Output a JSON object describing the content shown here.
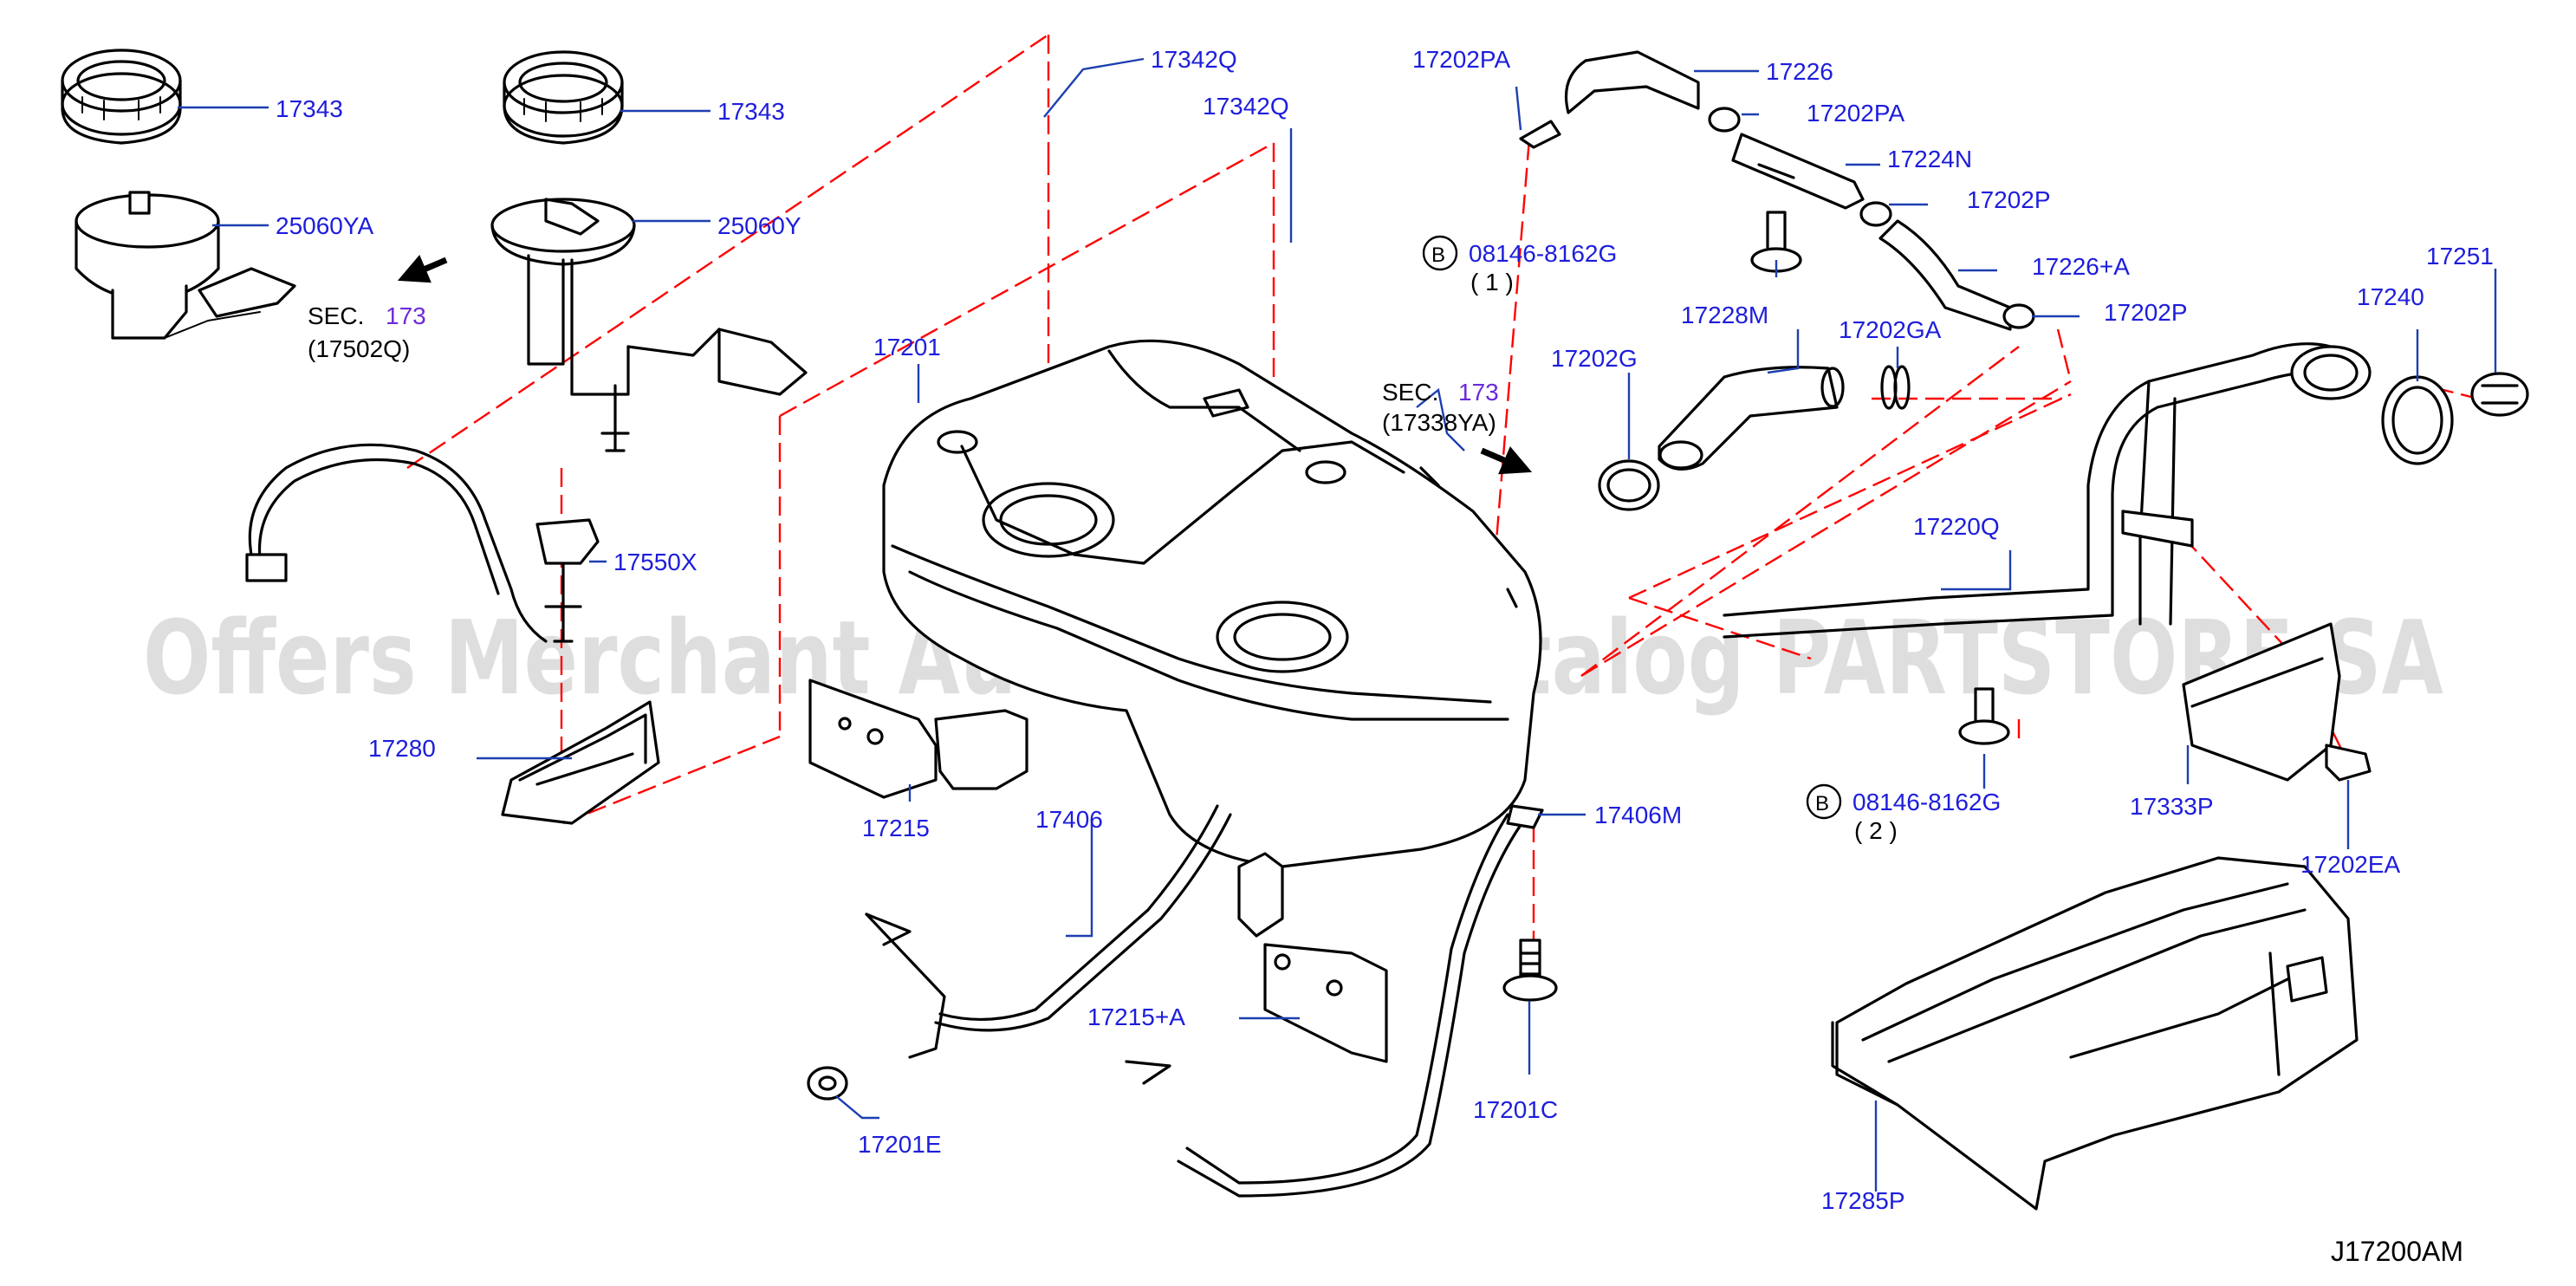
{
  "diagram": {
    "catalog_code": "J17200AM",
    "watermark": "Offers Merchant Auto Parts Catalog PARTSTORE.SA",
    "part_labels": [
      "17343",
      "17343",
      "25060YA",
      "25060Y",
      "17342Q",
      "17342Q",
      "17201",
      "17550X",
      "17280",
      "17215",
      "17406",
      "17215+A",
      "17201E",
      "17406M",
      "17201C",
      "17202PA",
      "17226",
      "17202PA",
      "17224N",
      "17202P",
      "17226+A",
      "17202P",
      "17228M",
      "17202GA",
      "17202G",
      "17251",
      "17240",
      "17220Q",
      "17333P",
      "17202EA",
      "17285P"
    ],
    "sec_refs": [
      {
        "prefix": "SEC.",
        "number": "173",
        "code": "(17502Q)"
      },
      {
        "prefix": "SEC.",
        "number": "173",
        "code": "(17338YA)"
      }
    ],
    "bolt_refs": [
      {
        "badge": "B",
        "code": "08146-8162G",
        "qty": "( 1 )"
      },
      {
        "badge": "B",
        "code": "08146-8162G",
        "qty": "( 2 )"
      }
    ]
  }
}
